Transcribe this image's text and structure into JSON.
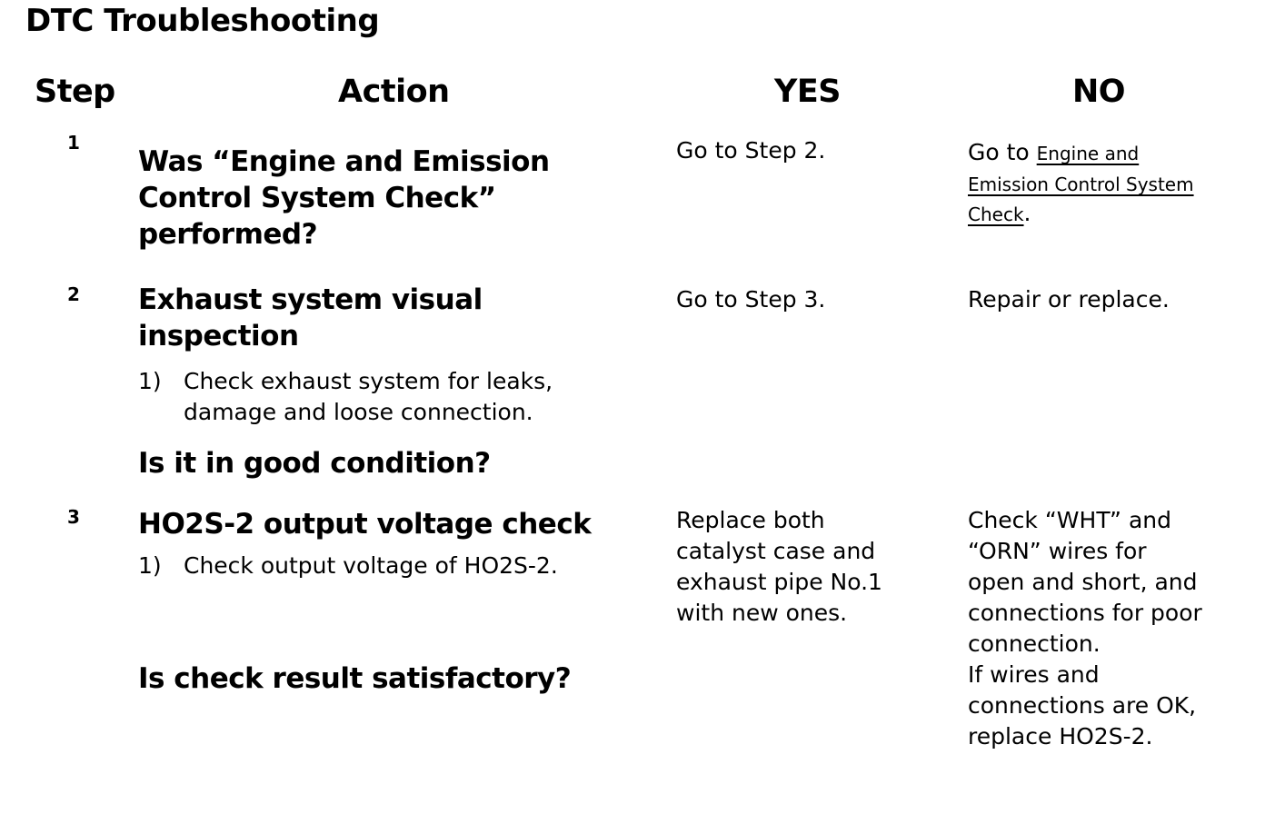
{
  "colors": {
    "text": "#000000",
    "background": "#ffffff",
    "link": "#000000"
  },
  "title": "DTC Troubleshooting",
  "table": {
    "headers": {
      "step": "Step",
      "action": "Action",
      "yes": "YES",
      "no": "NO"
    },
    "rows": [
      {
        "step": "1",
        "action": {
          "question_lines": [
            "Was “Engine and Emission",
            "Control System Check”",
            "performed?"
          ]
        },
        "yes": {
          "text": "Go to Step 2."
        },
        "no": {
          "prefix": "Go to ",
          "link_lines": [
            "Engine and",
            "Emission Control System",
            "Check"
          ],
          "suffix": "."
        }
      },
      {
        "step": "2",
        "action": {
          "heading_lines": [
            "Exhaust system visual",
            "inspection"
          ],
          "list_marker": "1)",
          "list_lines": [
            "Check exhaust system for leaks,",
            "damage and loose connection."
          ],
          "question": "Is it in good condition?"
        },
        "yes": {
          "text": "Go to Step 3."
        },
        "no": {
          "text": "Repair or replace."
        }
      },
      {
        "step": "3",
        "action": {
          "heading": "HO2S-2 output voltage check",
          "list_marker": "1)",
          "list_lines": [
            "Check output voltage of HO2S-2."
          ],
          "question": "Is check result satisfactory?"
        },
        "yes": {
          "lines": [
            "Replace both",
            "catalyst case and",
            "exhaust pipe No.1",
            "with new ones."
          ]
        },
        "no": {
          "lines": [
            "Check “WHT” and",
            "“ORN” wires for",
            "open and short, and",
            "connections for poor",
            "connection.",
            "If wires and",
            "connections are OK,",
            "replace HO2S-2."
          ]
        }
      }
    ]
  }
}
